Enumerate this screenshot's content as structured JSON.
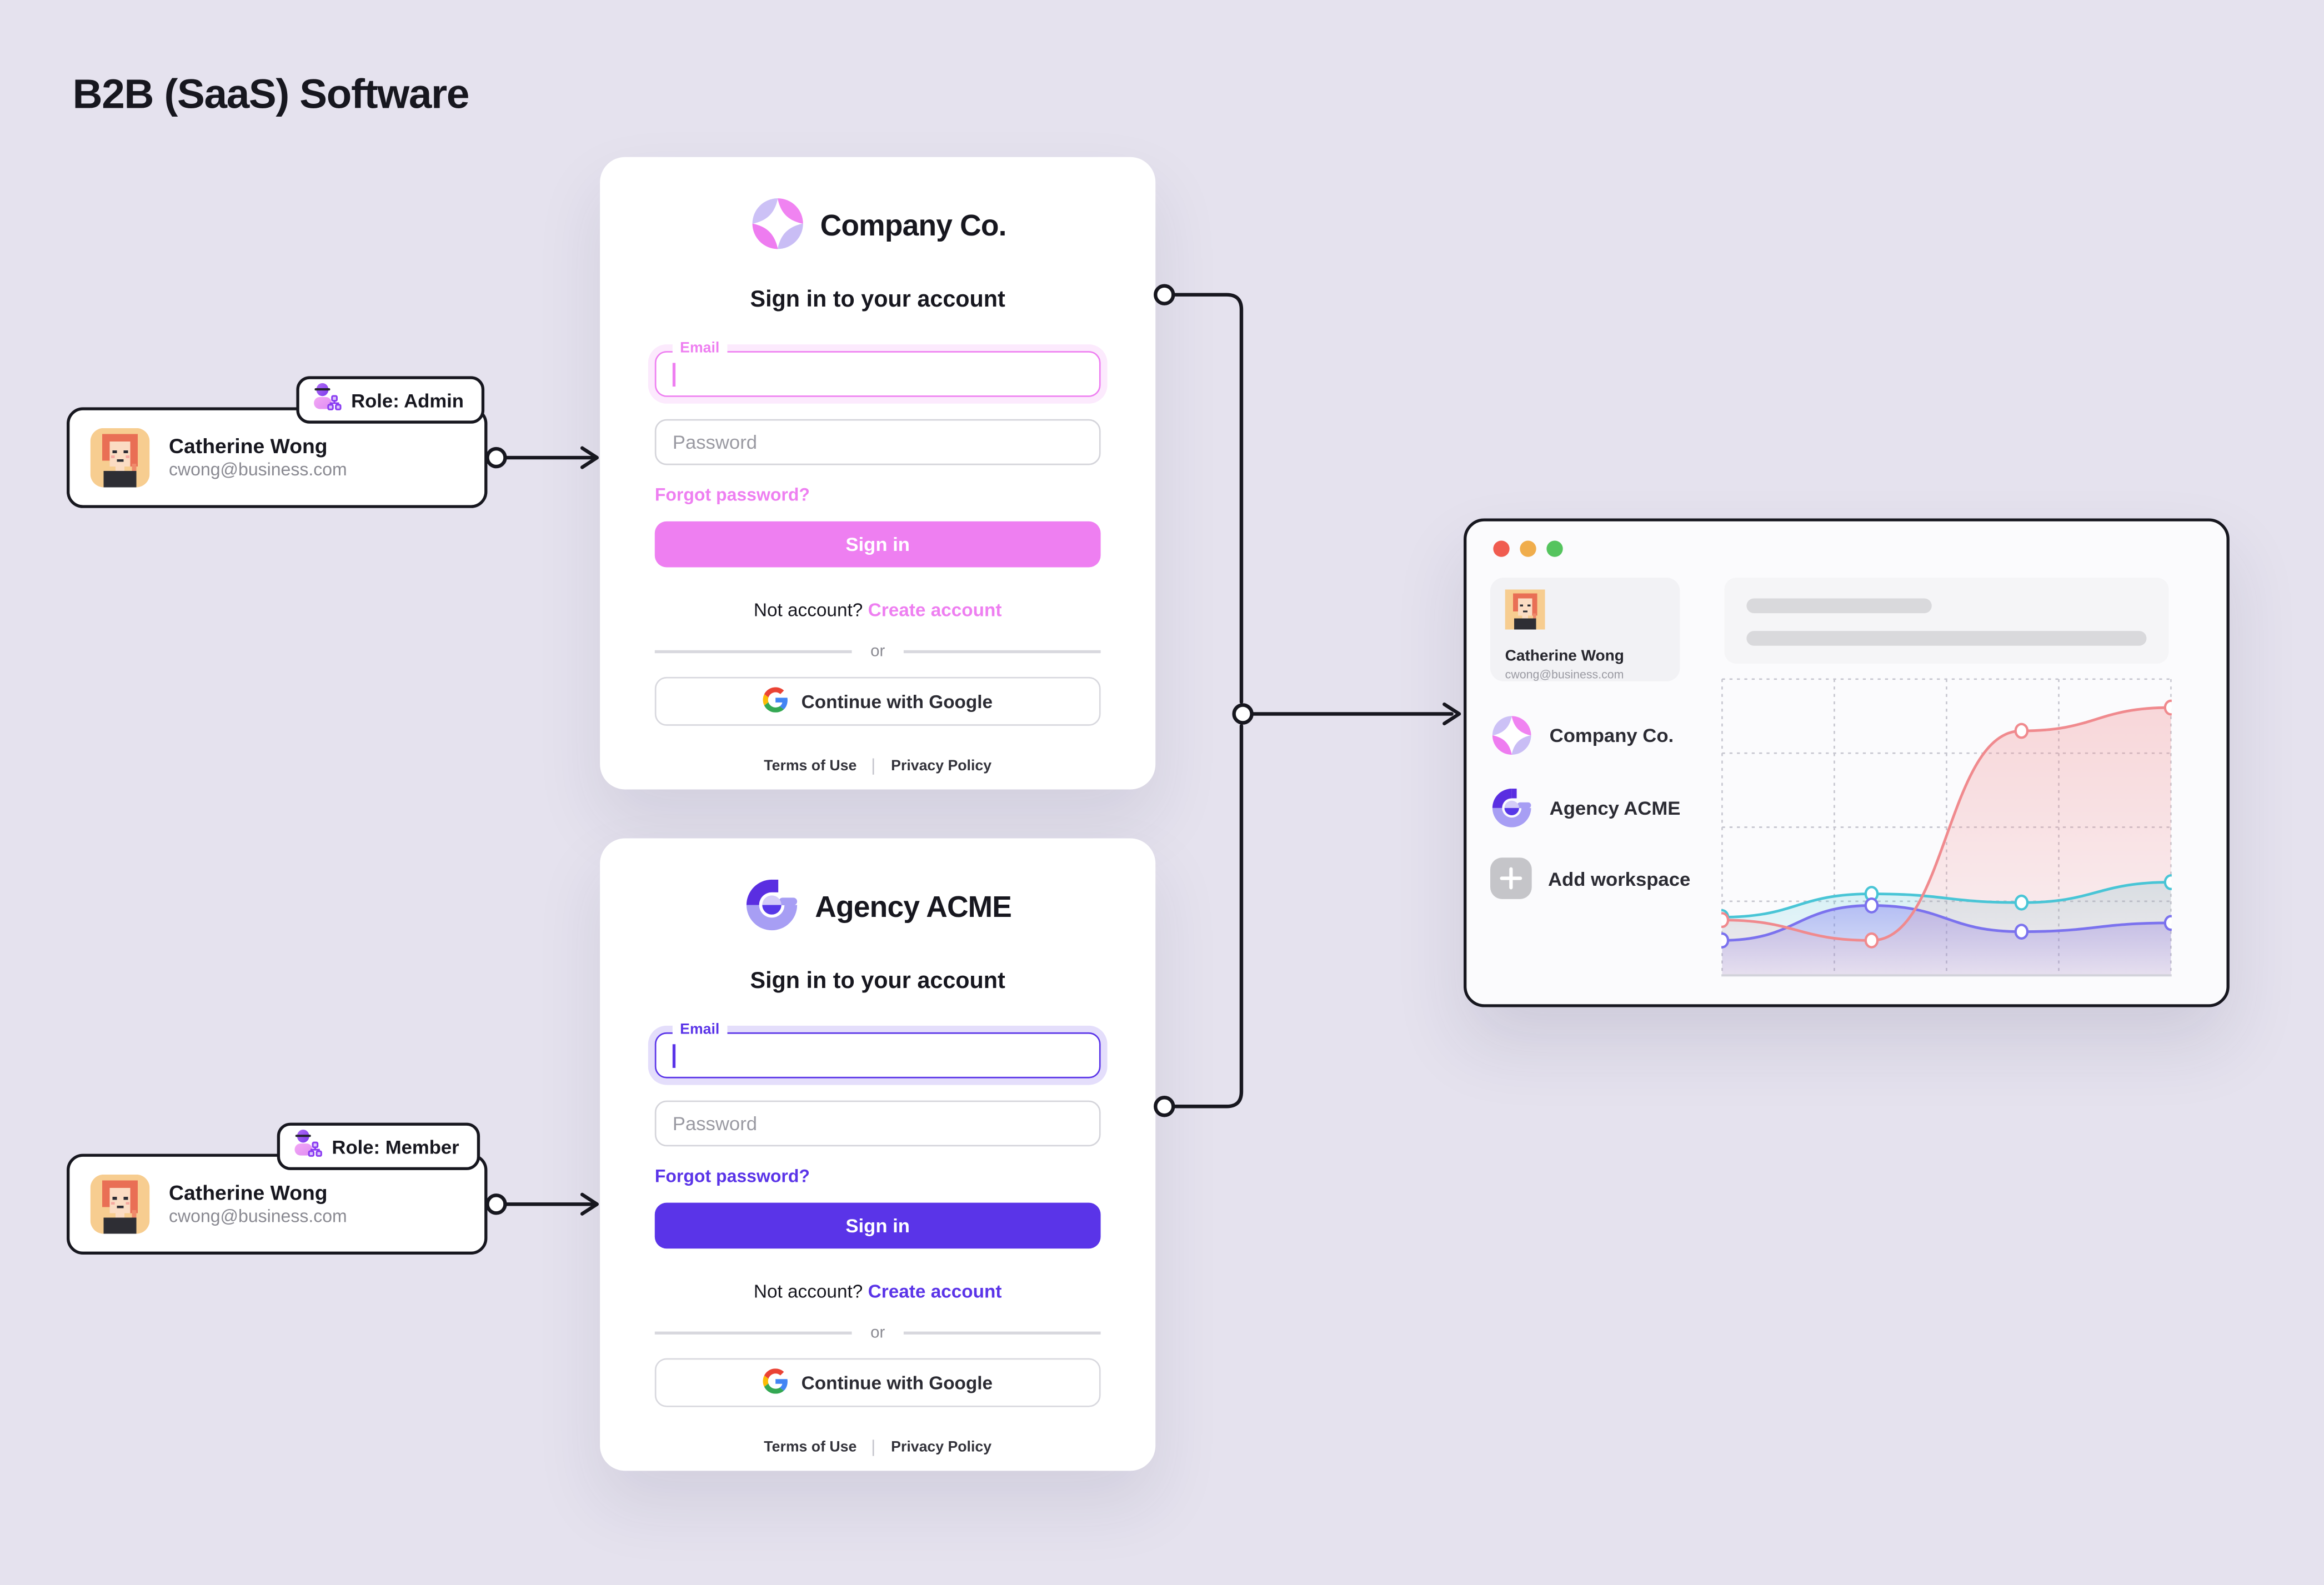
{
  "title": "B2B (SaaS) Software",
  "colors": {
    "background": "#e5e2ee",
    "ink": "#17171f",
    "pink_accent": "#ee7ff1",
    "indigo_accent": "#5a34e8",
    "traffic_red": "#f05c50",
    "traffic_yellow": "#f0ad4c",
    "traffic_green": "#55c45e"
  },
  "users": [
    {
      "name": "Catherine Wong",
      "email": "cwong@business.com",
      "role_label": "Role: Admin"
    },
    {
      "name": "Catherine Wong",
      "email": "cwong@business.com",
      "role_label": "Role: Member"
    }
  ],
  "cards": [
    {
      "brand": "Company Co.",
      "heading": "Sign in to your account",
      "email_label": "Email",
      "password_placeholder": "Password",
      "forgot": "Forgot password?",
      "signin": "Sign in",
      "no_account": "Not account?",
      "create": "Create account",
      "or": "or",
      "google": "Continue with Google",
      "terms": "Terms of Use",
      "privacy": "Privacy Policy",
      "accent": "#ee7ff1"
    },
    {
      "brand": "Agency ACME",
      "heading": "Sign in to your account",
      "email_label": "Email",
      "password_placeholder": "Password",
      "forgot": "Forgot password?",
      "signin": "Sign in",
      "no_account": "Not account?",
      "create": "Create account",
      "or": "or",
      "google": "Continue with Google",
      "terms": "Terms of Use",
      "privacy": "Privacy Policy",
      "accent": "#5a34e8"
    }
  ],
  "window": {
    "user": {
      "name": "Catherine Wong",
      "email": "cwong@business.com"
    },
    "workspaces": [
      {
        "label": "Company Co."
      },
      {
        "label": "Agency ACME"
      },
      {
        "label": "Add workspace"
      }
    ]
  },
  "icons": {
    "role": "person-org-chart-icon",
    "google": "google-g-icon",
    "add": "plus-icon",
    "traffic": "window-traffic-lights"
  },
  "chart_data": {
    "type": "area",
    "title": "",
    "xlabel": "",
    "ylabel": "",
    "x_positions_percent": [
      0,
      33.3,
      66.7,
      100
    ],
    "series": [
      {
        "name": "teal",
        "color": "#49c5d6",
        "values_percent": [
          20,
          28,
          25,
          32
        ],
        "fill_alpha_top": 0.22,
        "fill_alpha_bottom": 0.04
      },
      {
        "name": "indigo",
        "color": "#7b72ee",
        "values_percent": [
          12,
          24,
          15,
          18
        ],
        "fill_alpha_top": 0.4,
        "fill_alpha_bottom": 0.12
      },
      {
        "name": "red",
        "color": "#f08a8e",
        "values_percent": [
          19,
          12,
          84,
          92
        ],
        "fill_alpha_top": 0.32,
        "fill_alpha_bottom": 0.1
      }
    ],
    "grid": {
      "columns": 4,
      "rows": 4,
      "style": "dotted",
      "color": "#c6c6cf"
    },
    "baseline_color": "#d2d2da",
    "legend": "none",
    "axis_labels": "none"
  }
}
